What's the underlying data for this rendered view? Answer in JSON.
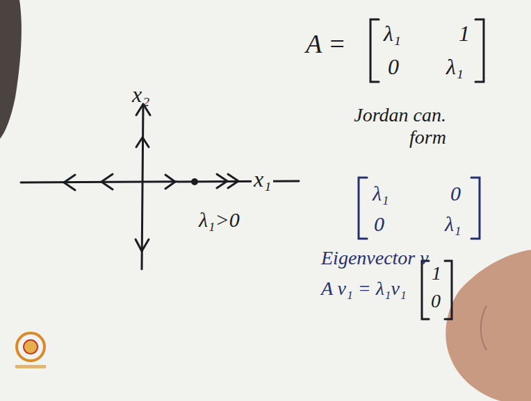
{
  "diagram": {
    "labels": [
      "x₂",
      "x₁",
      "λ₁>0",
      "A =",
      "λ₁",
      "1",
      "0",
      "λ₁",
      "Jordan can. form",
      "λ₁",
      "0",
      "0",
      "λ₁",
      "Eigenvector v",
      "A v₁ = λ₁v₁",
      "1",
      "0"
    ]
  }
}
